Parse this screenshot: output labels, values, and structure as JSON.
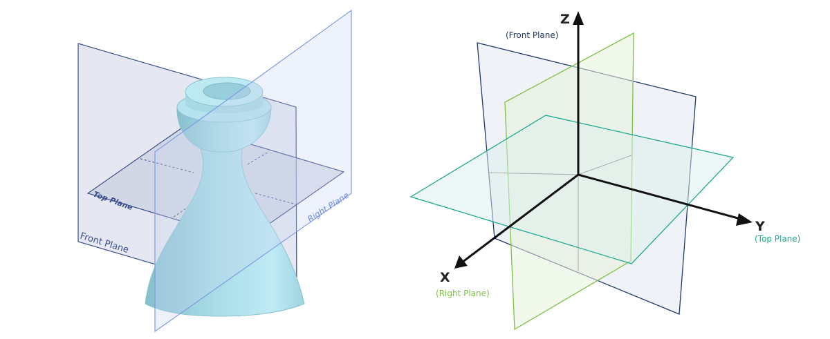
{
  "left_figure": {
    "labels": {
      "top_plane": "Top Plane",
      "front_plane": "Front Plane",
      "right_plane": "Right Plane"
    },
    "colors": {
      "plane_outline": "#3b4f8a",
      "right_plane_outline": "#7d9be6",
      "right_plane_label": "#6f8fe0",
      "part": "#a8dbe6"
    }
  },
  "right_figure": {
    "axes": {
      "z": {
        "label": "Z",
        "plane": "(Front Plane)"
      },
      "y": {
        "label": "Y",
        "plane": "(Top Plane)"
      },
      "x": {
        "label": "X",
        "plane": "(Right Plane)"
      }
    },
    "colors": {
      "front_plane": "#1f3a68",
      "right_plane": "#7cc242",
      "top_plane": "#1fa890",
      "axes": "#111111"
    }
  }
}
